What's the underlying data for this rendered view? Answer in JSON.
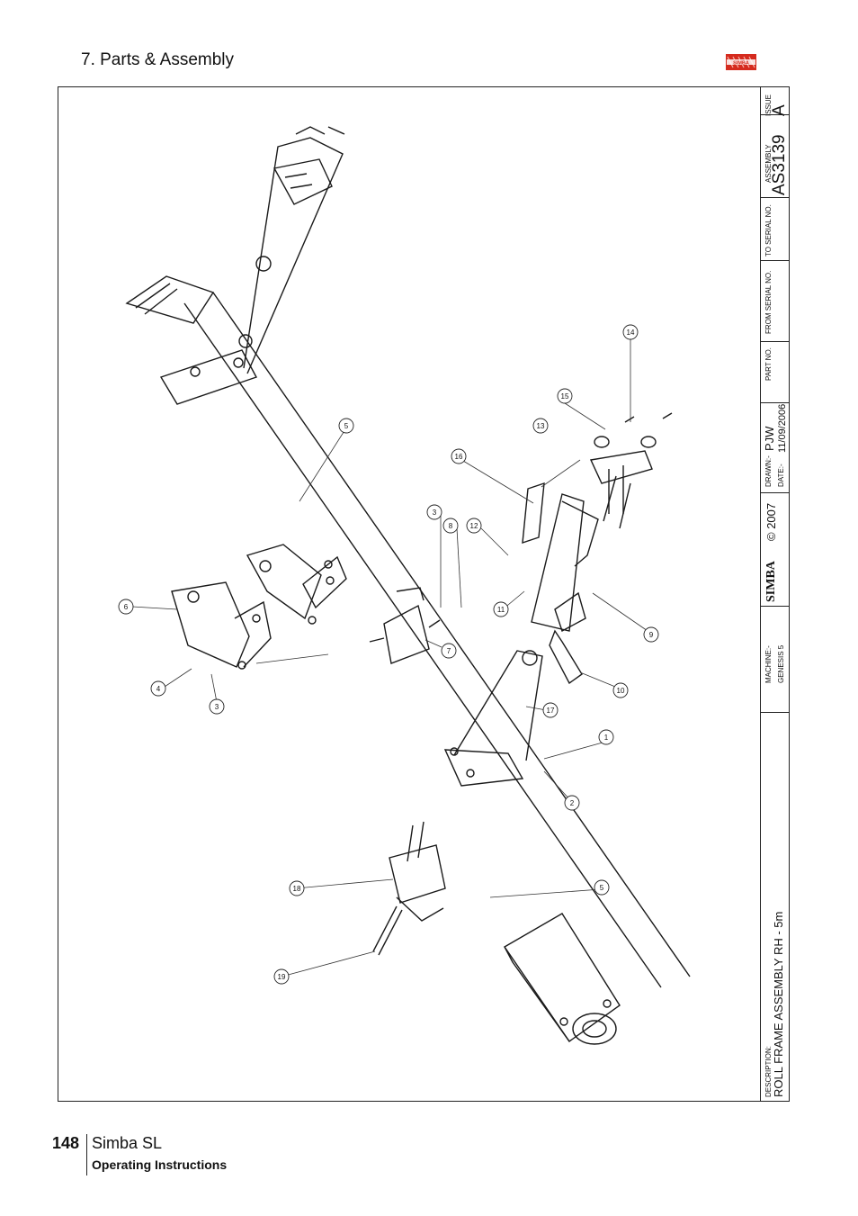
{
  "header": {
    "section_title": "7. Parts & Assembly"
  },
  "logo": {
    "text": "SIMBA",
    "color": "#d52b1e"
  },
  "diagram": {
    "callouts": [
      "1",
      "2",
      "3",
      "3",
      "4",
      "5",
      "5",
      "6",
      "7",
      "8",
      "9",
      "10",
      "11",
      "12",
      "13",
      "14",
      "15",
      "16",
      "17",
      "18",
      "19"
    ]
  },
  "title_block": {
    "description_label": "DESCRIPTION:",
    "description": "ROLL FRAME ASSEMBLY RH - 5m",
    "machine_label": "MACHINE:-",
    "machine": "GENESIS 5",
    "brand": "SIMBA",
    "copyright": "© 2007",
    "drawn_label": "DRAWN:-",
    "drawn": "PJW",
    "date_label": "DATE:-",
    "date": "11/09/2006",
    "part_no_label": "PART NO.",
    "from_serial_label": "FROM SERIAL NO.",
    "to_serial_label": "TO SERIAL NO.",
    "assembly_label": "ASSEMBLY",
    "assembly": "AS3139",
    "issue_label": "ISSUE",
    "issue": "A"
  },
  "footer": {
    "page_number": "148",
    "product": "Simba SL",
    "subtitle": "Operating Instructions"
  }
}
